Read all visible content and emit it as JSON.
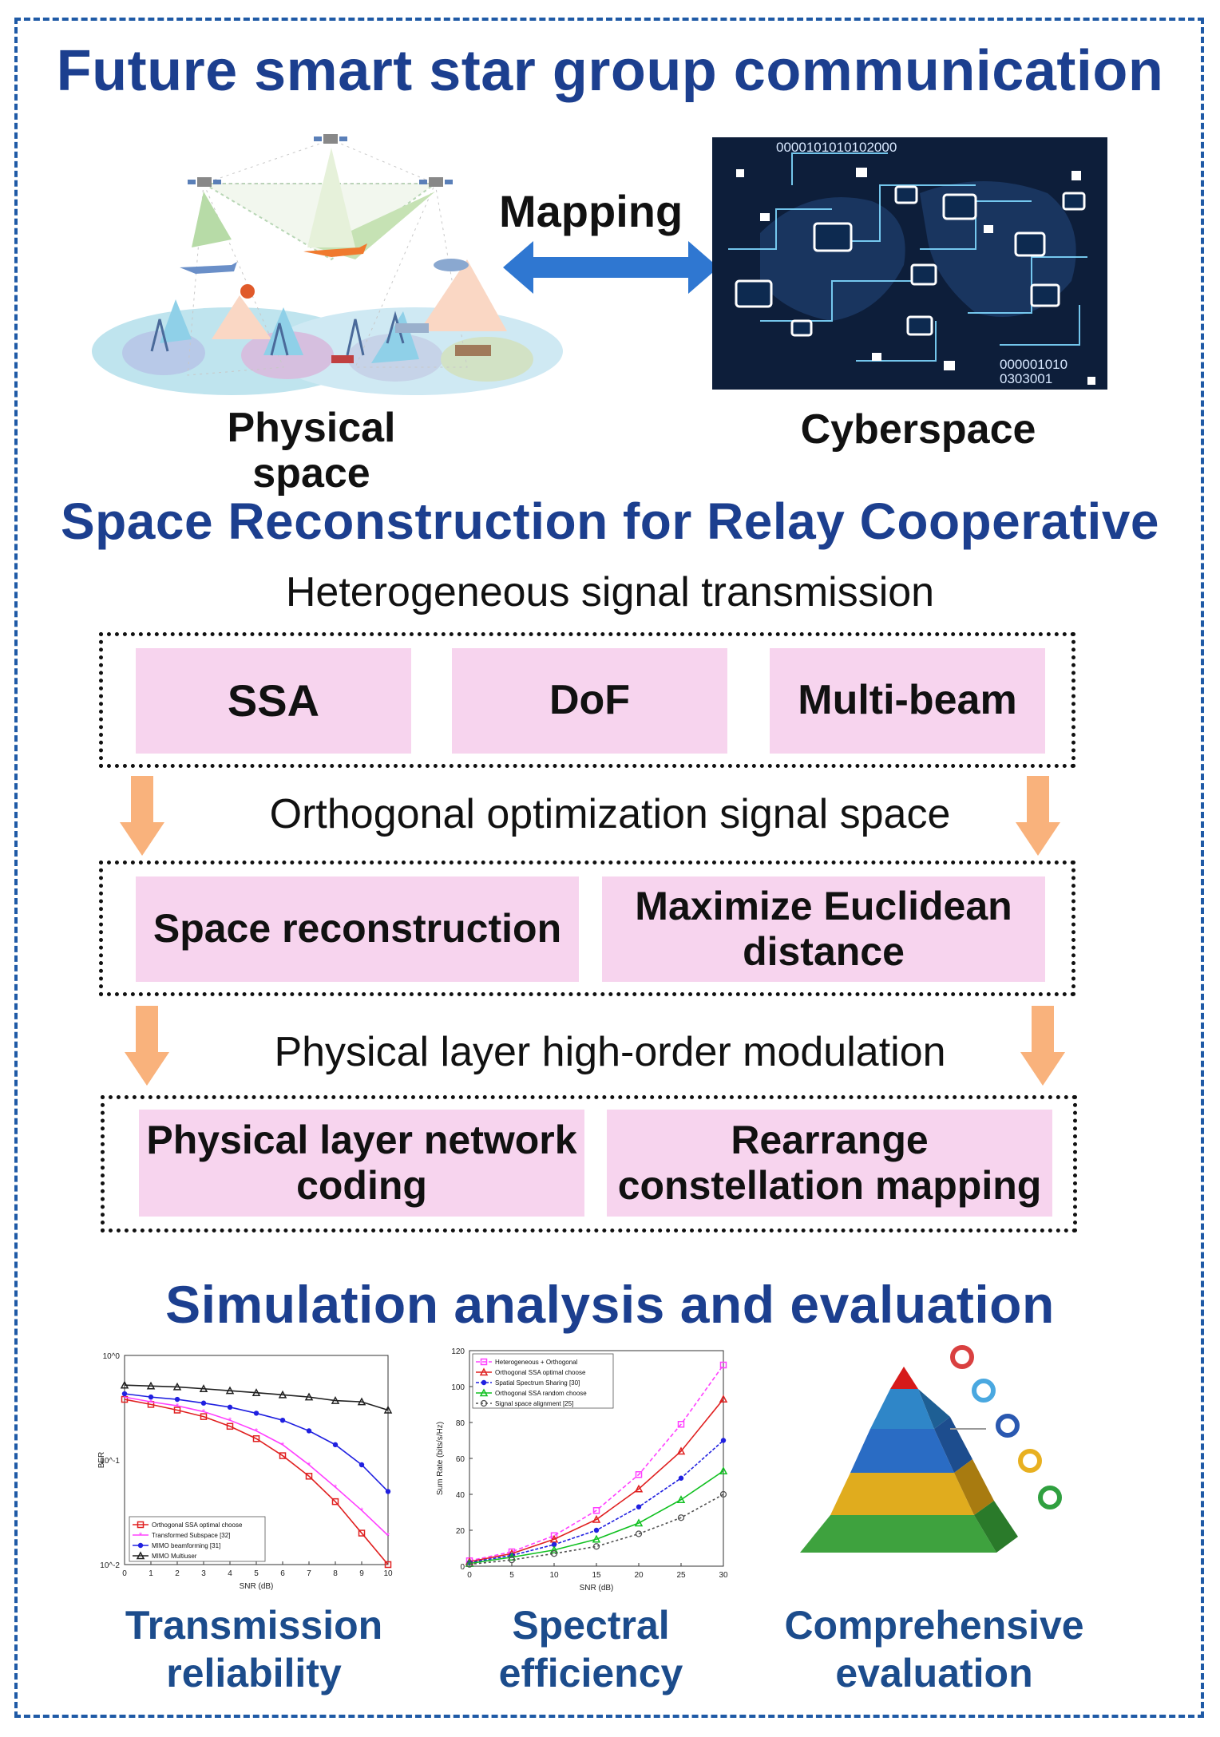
{
  "title": "Future smart star group communication",
  "mapping_label": "Mapping",
  "physical_space_label": "Physical space",
  "cyberspace_label": "Cyberspace",
  "section2_title": "Space Reconstruction for Relay Cooperative",
  "stage1_label": "Heterogeneous signal transmission",
  "stage1_items": [
    "SSA",
    "DoF",
    "Multi-beam"
  ],
  "stage2_label": "Orthogonal optimization signal space",
  "stage2_items": [
    "Space reconstruction",
    "Maximize Euclidean distance"
  ],
  "stage3_label": "Physical layer high-order modulation",
  "stage3_items": [
    "Physical layer network coding",
    "Rearrange constellation mapping"
  ],
  "section3_title": "Simulation analysis and evaluation",
  "captions": [
    "Transmission reliability",
    "Spectral efficiency",
    "Comprehensive evaluation"
  ],
  "cyber_digits": [
    "0000101010102000",
    "000001010",
    "0303001"
  ],
  "colors": {
    "title_blue": "#1c3f8f",
    "pink": "#f7d4ee",
    "arrow_orange": "#f9b27c",
    "double_arrow": "#2f77d1",
    "cyber_bg": "#0d1e3a"
  },
  "chart_data": [
    {
      "type": "line",
      "xlabel": "SNR (dB)",
      "ylabel": "BER",
      "x": [
        0,
        1,
        2,
        3,
        4,
        5,
        6,
        7,
        8,
        9,
        10
      ],
      "xlim": [
        0,
        10
      ],
      "ylim": [
        0.01,
        1
      ],
      "yscale": "log",
      "ytick_labels": [
        "10^-2",
        "10^-1",
        "10^0"
      ],
      "legend_position": "bottom-left",
      "series": [
        {
          "name": "Orthogonal SSA optimal choose",
          "color": "#e02020",
          "marker": "square",
          "values": [
            0.38,
            0.34,
            0.3,
            0.26,
            0.21,
            0.16,
            0.11,
            0.07,
            0.04,
            0.02,
            0.01
          ]
        },
        {
          "name": "Transformed Subspace [32]",
          "color": "#ff40ff",
          "marker": "star",
          "values": [
            0.4,
            0.36,
            0.33,
            0.29,
            0.24,
            0.19,
            0.14,
            0.09,
            0.055,
            0.033,
            0.019
          ]
        },
        {
          "name": "MIMO beamforming [31]",
          "color": "#2020e0",
          "marker": "dot",
          "values": [
            0.43,
            0.4,
            0.38,
            0.35,
            0.32,
            0.28,
            0.24,
            0.19,
            0.14,
            0.09,
            0.05
          ]
        },
        {
          "name": "MIMO Multiuser",
          "color": "#202020",
          "marker": "triangle",
          "values": [
            0.52,
            0.51,
            0.5,
            0.48,
            0.46,
            0.44,
            0.42,
            0.4,
            0.37,
            0.36,
            0.3
          ]
        }
      ]
    },
    {
      "type": "line",
      "xlabel": "SNR (dB)",
      "ylabel": "Sum Rate (bits/s/Hz)",
      "x": [
        0,
        5,
        10,
        15,
        20,
        25,
        30
      ],
      "xlim": [
        0,
        30
      ],
      "ylim": [
        0,
        120
      ],
      "yticks": [
        0,
        20,
        40,
        60,
        80,
        100,
        120
      ],
      "legend_position": "top-left",
      "series": [
        {
          "name": "Heterogeneous + Orthogonal",
          "color": "#ff40ff",
          "marker": "square",
          "values": [
            3,
            8,
            17,
            31,
            51,
            79,
            112
          ]
        },
        {
          "name": "Orthogonal SSA optimal choose",
          "color": "#e02020",
          "marker": "triangle",
          "values": [
            2.5,
            7,
            15,
            26,
            43,
            64,
            93
          ]
        },
        {
          "name": "Spatial Spectrum Sharing [30]",
          "color": "#2020e0",
          "marker": "dot",
          "values": [
            2,
            6,
            12,
            20,
            33,
            49,
            70
          ]
        },
        {
          "name": "Orthogonal SSA random choose",
          "color": "#10c020",
          "marker": "triangle",
          "values": [
            1.5,
            5,
            9,
            15,
            24,
            37,
            53
          ]
        },
        {
          "name": "Signal space alignment [25]",
          "color": "#505050",
          "marker": "circle",
          "values": [
            1,
            3.5,
            7,
            11,
            18,
            27,
            40
          ]
        }
      ]
    }
  ]
}
